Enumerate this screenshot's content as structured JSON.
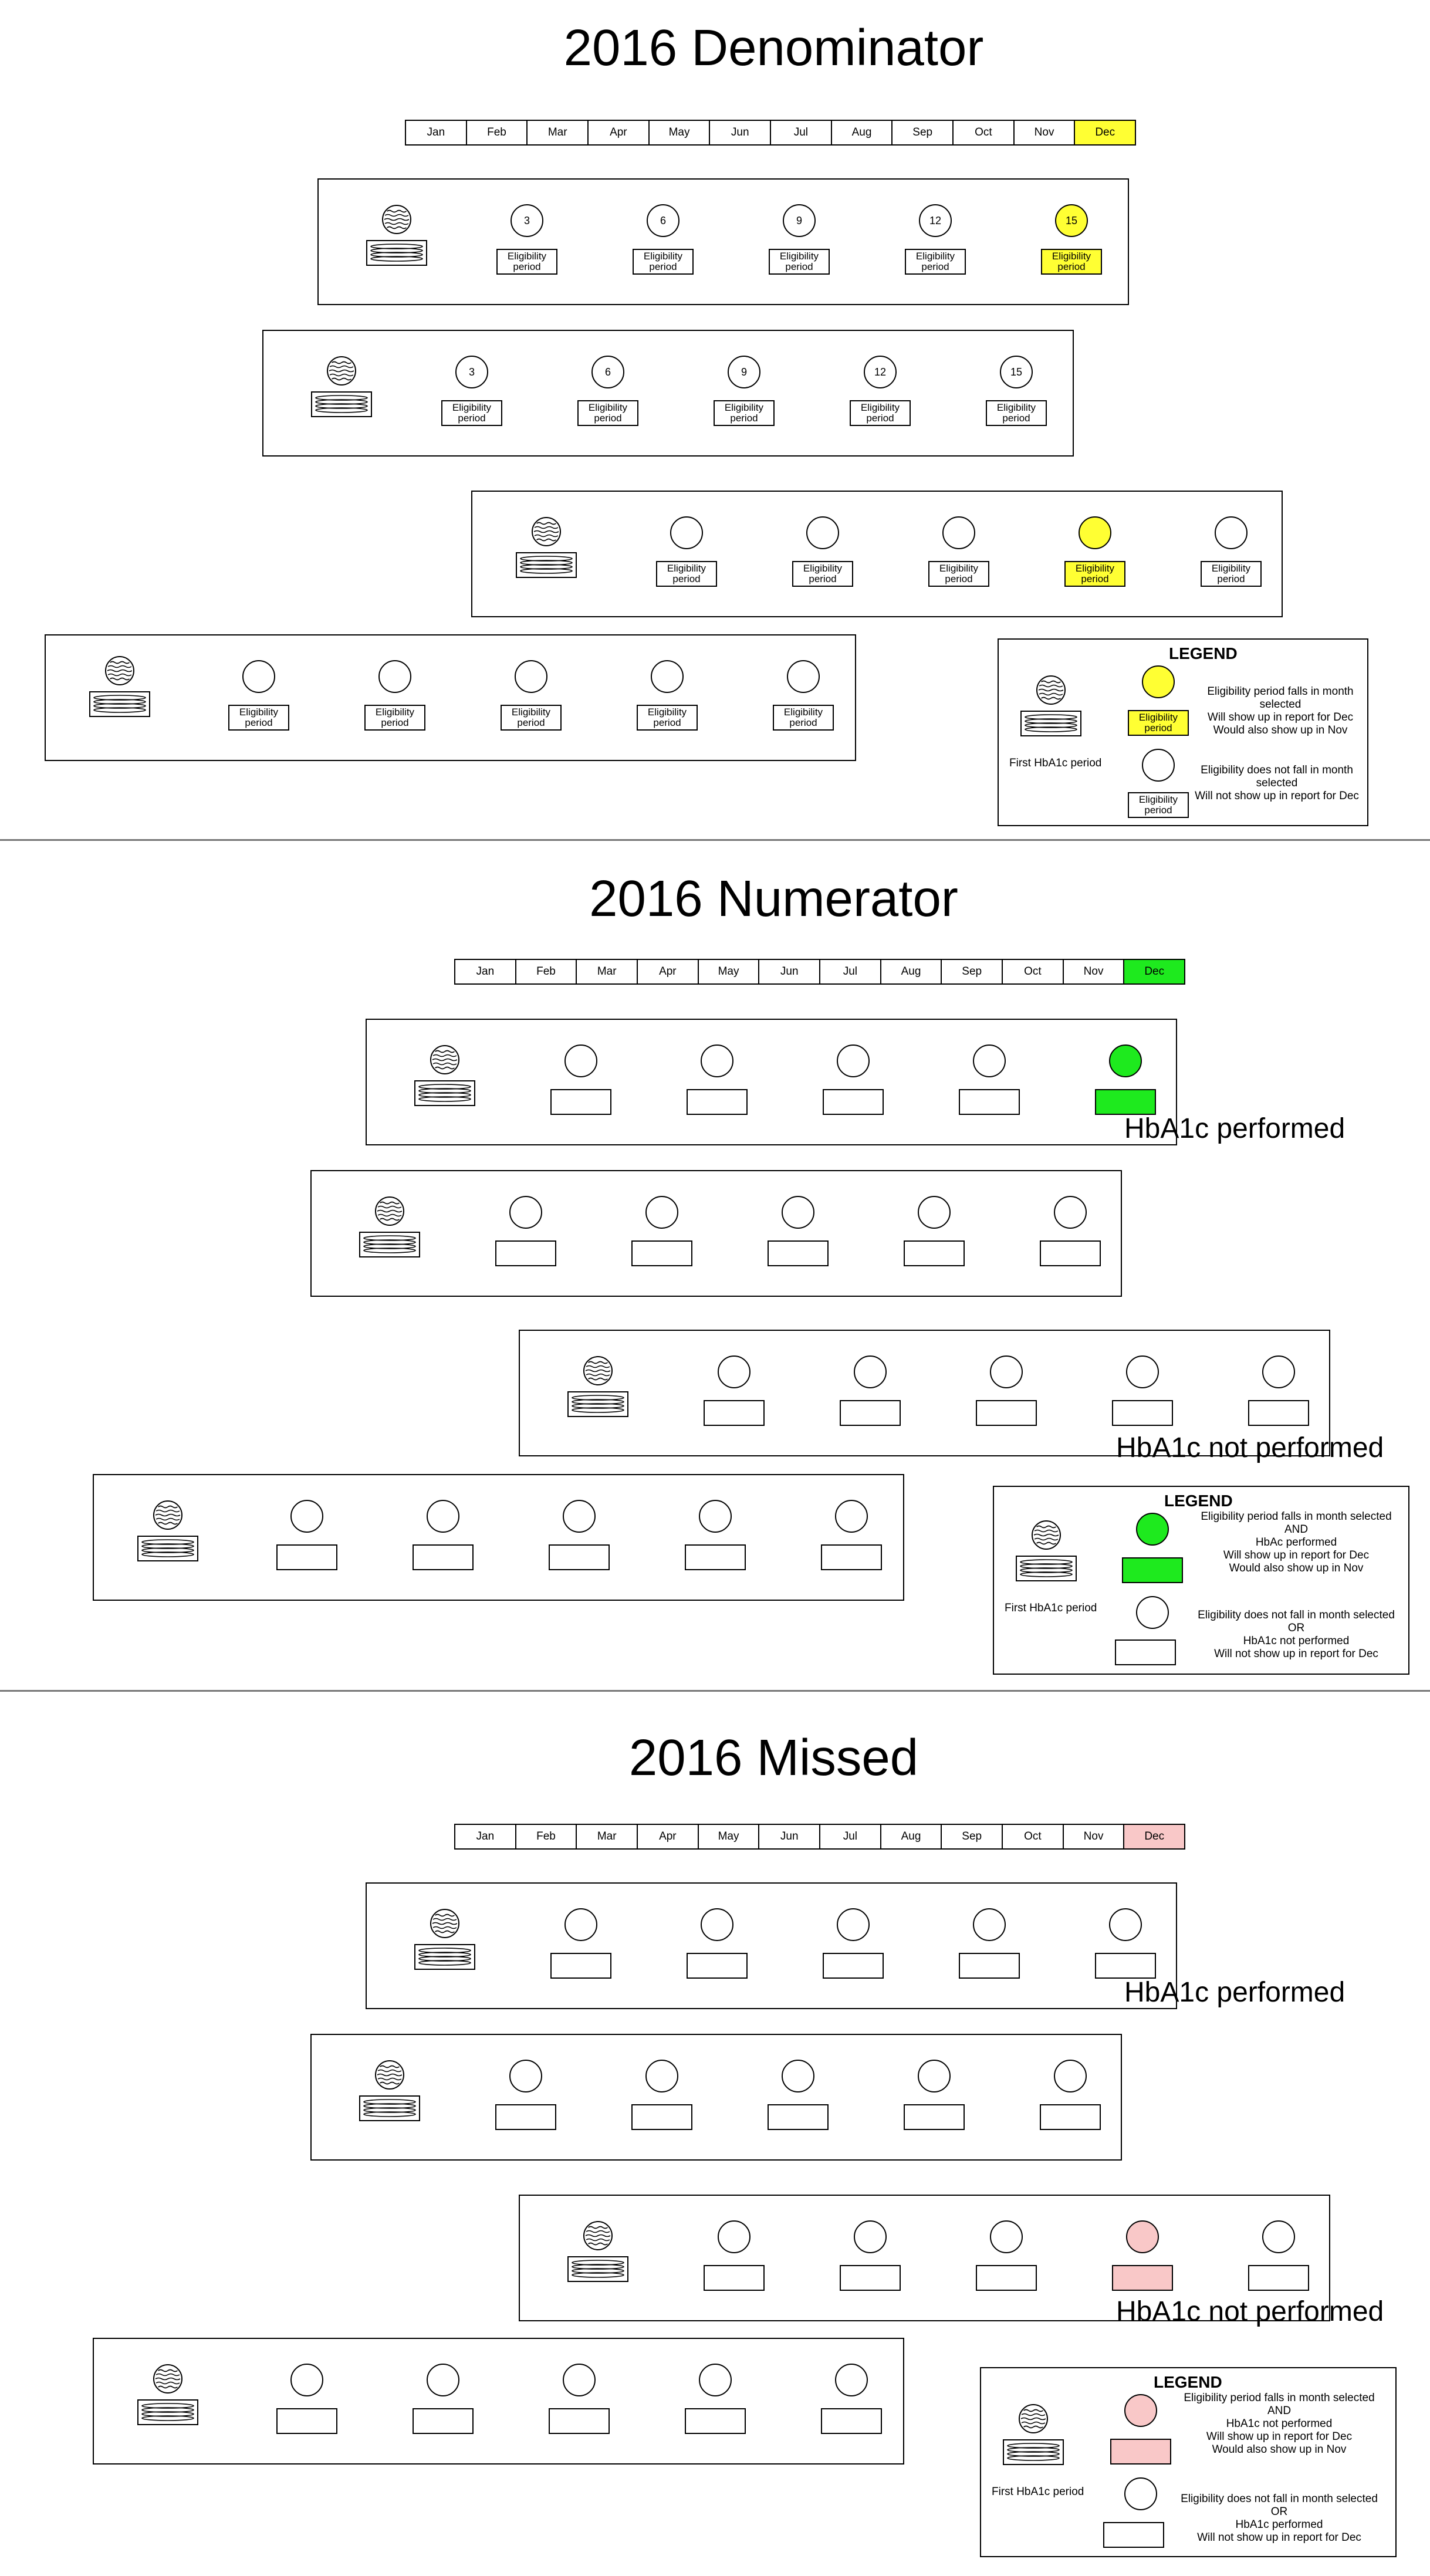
{
  "months": [
    "Jan",
    "Feb",
    "Mar",
    "Apr",
    "May",
    "Jun",
    "Jul",
    "Aug",
    "Sep",
    "Oct",
    "Nov",
    "Dec"
  ],
  "colors": {
    "yellow": "#ffff33",
    "green": "#1eea1e",
    "pink": "#f9c8c8"
  },
  "denominator": {
    "title": "2016 Denominator",
    "box_label": "Eligibility period",
    "row1_circles": [
      "3",
      "6",
      "9",
      "12",
      "15"
    ],
    "row2_circles": [
      "3",
      "6",
      "9",
      "12",
      "15"
    ],
    "legend": {
      "title": "LEGEND",
      "first_label": "First HbA1c period",
      "in_text": "Eligibility period falls in month selected\nWill show up in report for Dec\nWould also show up in Nov",
      "out_text": "Eligibility does not fall in month selected\nWill not show up in report for Dec",
      "box_label": "Eligibility period"
    }
  },
  "numerator": {
    "title": "2016 Numerator",
    "performed_label": "HbA1c performed",
    "not_performed_label": "HbA1c not performed",
    "legend": {
      "title": "LEGEND",
      "first_label": "First HbA1c period",
      "in_text": "Eligibility period falls in month selected\nAND\nHbAc performed\nWill show up in report for Dec\nWould also show up in Nov",
      "out_text": "Eligibility does not fall in month selected\nOR\nHbA1c not performed\nWill not show up in report for Dec"
    }
  },
  "missed": {
    "title": "2016 Missed",
    "performed_label": "HbA1c performed",
    "not_performed_label": "HbA1c not performed",
    "legend": {
      "title": "LEGEND",
      "first_label": "First HbA1c period",
      "in_text": "Eligibility period falls in month selected\nAND\nHbA1c not performed\nWill show up in report for Dec\nWould also show up in Nov",
      "out_text": "Eligibility does not fall in month selected\nOR\nHbA1c performed\nWill not show up in report for Dec"
    }
  }
}
